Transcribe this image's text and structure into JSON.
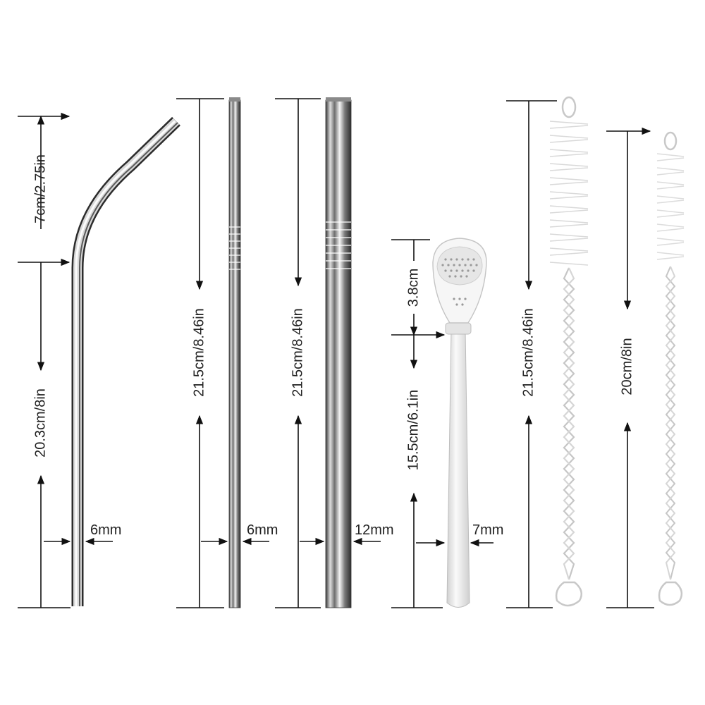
{
  "colors": {
    "line": "#111111",
    "text": "#222222",
    "metal": "#9a9a9a",
    "silicone": "#ececec",
    "bristle": "#f2f2f2"
  },
  "items": {
    "bent_straw": {
      "top_length": "7cm/2.75in",
      "bottom_length": "20.3cm/8in",
      "diameter": "6mm"
    },
    "thin_straw": {
      "length": "21.5cm/8.46in",
      "diameter": "6mm"
    },
    "wide_straw": {
      "length": "21.5cm/8.46in",
      "diameter": "12mm"
    },
    "spoon_straw": {
      "head_length": "3.8cm",
      "shaft_length": "15.5cm/6.1in",
      "diameter": "7mm"
    },
    "long_brush": {
      "length": "21.5cm/8.46in"
    },
    "short_brush": {
      "length": "20cm/8in"
    }
  }
}
